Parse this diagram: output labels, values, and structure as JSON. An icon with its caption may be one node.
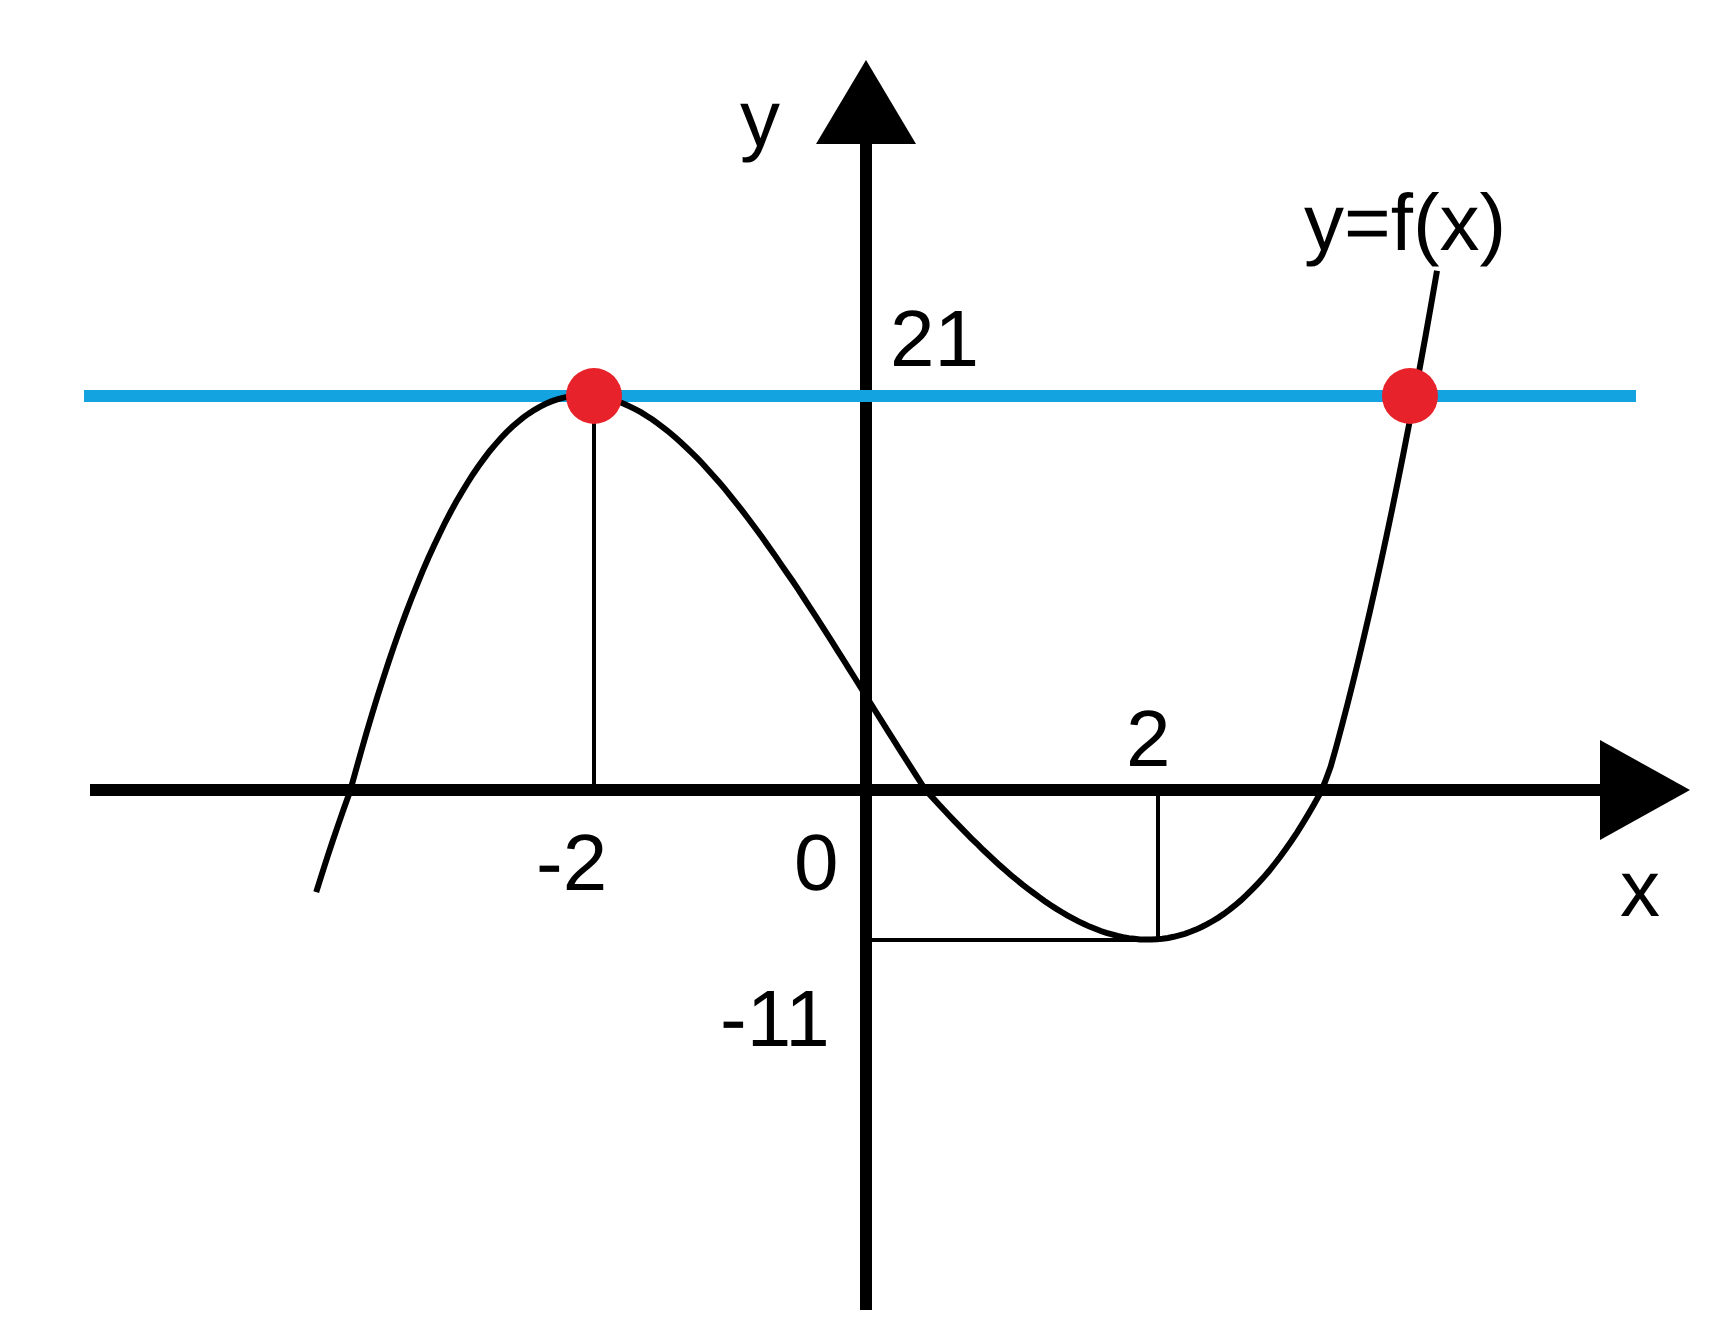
{
  "diagram": {
    "labels": [
      "y",
      "y=f(x)",
      "21",
      "2",
      "-2",
      "0",
      "x",
      "-11"
    ]
  }
}
